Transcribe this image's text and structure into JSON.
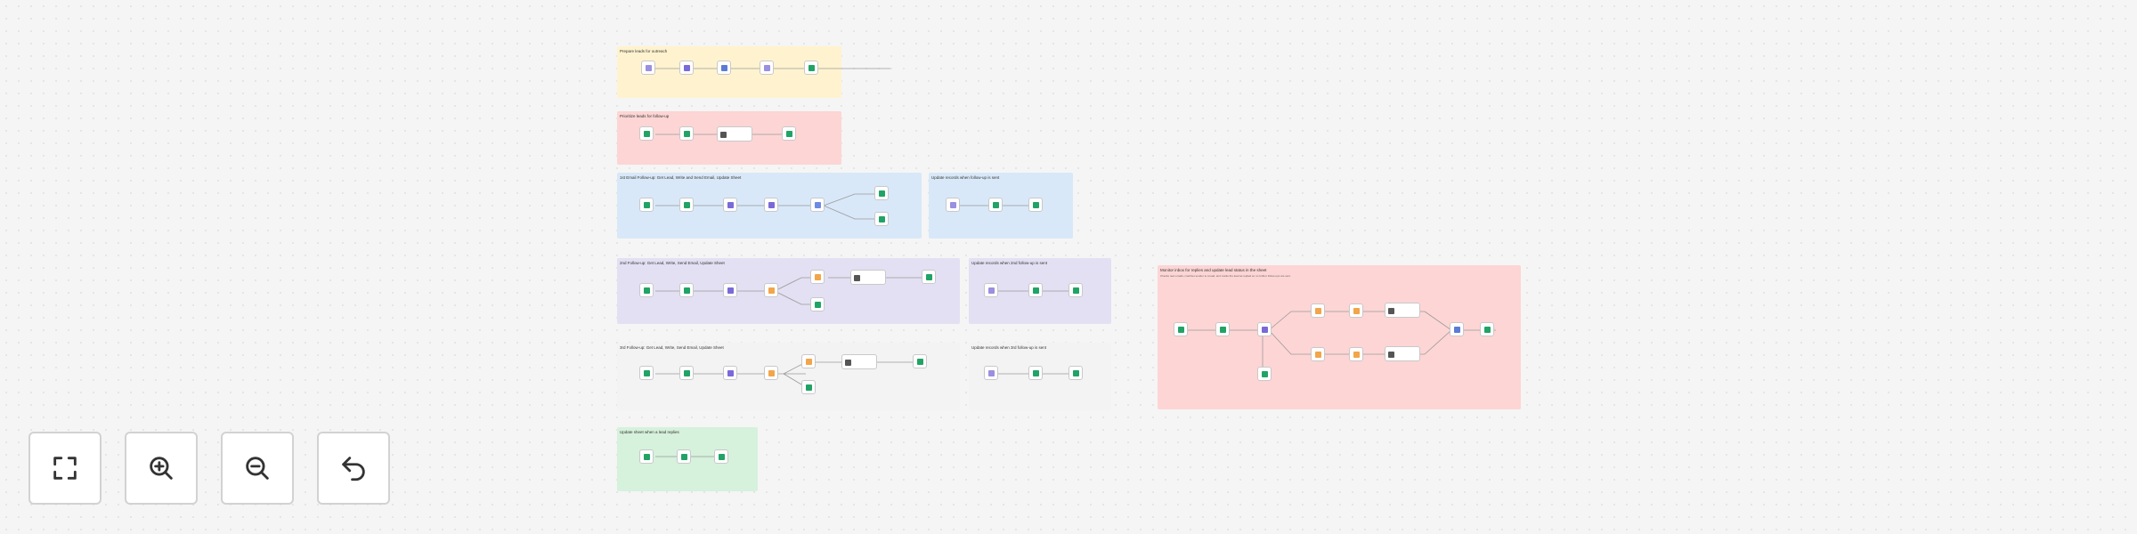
{
  "canvas": {
    "frames": [
      {
        "id": "f1",
        "title": "Prepare leads for outreach",
        "color": "#fff3cf"
      },
      {
        "id": "f2",
        "title": "Prioritize leads for follow-up",
        "color": "#fdd5d5"
      },
      {
        "id": "f3",
        "title": "1st Email Follow-up: Get Lead, Write and Send Email, Update Sheet",
        "color": "#d8e8f8"
      },
      {
        "id": "f4",
        "title": "Update records when follow-up is sent",
        "color": "#d8e8f8"
      },
      {
        "id": "f5",
        "title": "2nd Follow-up: Get Lead, Write, Send Email, Update Sheet",
        "color": "#e3e0f3"
      },
      {
        "id": "f6",
        "title": "Update records when 2nd follow-up is sent",
        "color": "#e3e0f3"
      },
      {
        "id": "f7",
        "title": "3rd Follow-up: Get Lead, Write, Send Email, Update Sheet",
        "color": "#f3f3f3"
      },
      {
        "id": "f8",
        "title": "Update records when 3rd follow-up is sent",
        "color": "#f3f3f3"
      },
      {
        "id": "f9",
        "title": "Update sheet when a lead replies",
        "color": "#d6f1dc"
      },
      {
        "id": "f10",
        "title": "Monitor inbox for replies and update lead status in the sheet",
        "note": "Checks new emails, matches sender to a lead, and marks the lead as replied so no further follow-ups are sent.",
        "color": "#fdd5d5"
      }
    ]
  },
  "controls": {
    "fit_view": "fit-view",
    "zoom_in": "zoom-in",
    "zoom_out": "zoom-out",
    "reset": "reset-zoom"
  }
}
